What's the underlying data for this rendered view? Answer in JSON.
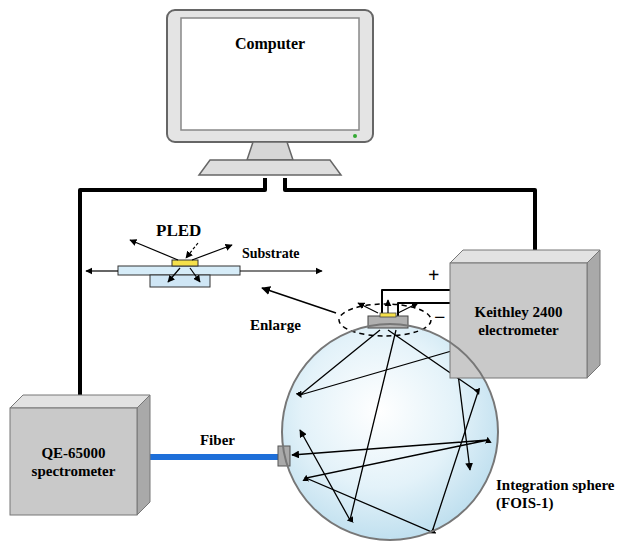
{
  "diagram": {
    "nodes": [
      {
        "text": [
          "Computer"
        ]
      },
      {
        "text": [
          "Keithley 2400 electrometer"
        ]
      },
      {
        "text": [
          "QE-65000 spectrometer"
        ]
      },
      {
        "text": [
          "Integration sphere (FOIS-1)"
        ]
      }
    ],
    "edges": [
      {
        "from": 0,
        "to": 2,
        "arrow": "none"
      },
      {
        "from": 0,
        "to": 1,
        "arrow": "none"
      },
      {
        "from": 2,
        "to": 3,
        "label": "Fiber",
        "arrow": "none"
      },
      {
        "from": 1,
        "to": 3,
        "label": "+",
        "arrow": "none"
      },
      {
        "from": 1,
        "to": 3,
        "label": "−",
        "arrow": "none"
      }
    ],
    "labels": [
      "PLED",
      "Substrate",
      "Enlarge"
    ]
  }
}
